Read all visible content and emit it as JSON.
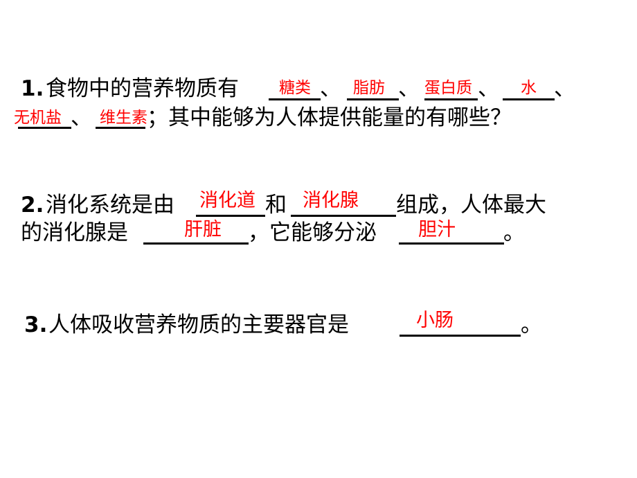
{
  "questions": [
    {
      "number": "1.",
      "line1": {
        "prefix": "食物中的营养物质有",
        "sep1": "、",
        "sep2": "、",
        "sep3": "、",
        "sep4": "、"
      },
      "line2": {
        "sep1": "、",
        "suffix": "；其中能够为人体提供能量的有哪些？"
      },
      "answers": [
        "糖类",
        "脂肪",
        "蛋白质",
        "水",
        "无机盐",
        "维生素"
      ]
    },
    {
      "number": "2.",
      "line1": {
        "prefix": "消化系统是由",
        "mid": "和",
        "suffix": "组成，人体最大"
      },
      "line2": {
        "prefix": "的消化腺是",
        "mid": "，它能够分泌",
        "suffix": "。"
      },
      "answers": [
        "消化道",
        "消化腺",
        "肝脏",
        "胆汁"
      ]
    },
    {
      "number": "3.",
      "line1": {
        "prefix": "人体吸收营养物质的主要器官是",
        "suffix": "。"
      },
      "answers": [
        "小肠"
      ]
    }
  ],
  "colors": {
    "answer": "#ff0000",
    "text": "#000000",
    "background": "#ffffff"
  }
}
